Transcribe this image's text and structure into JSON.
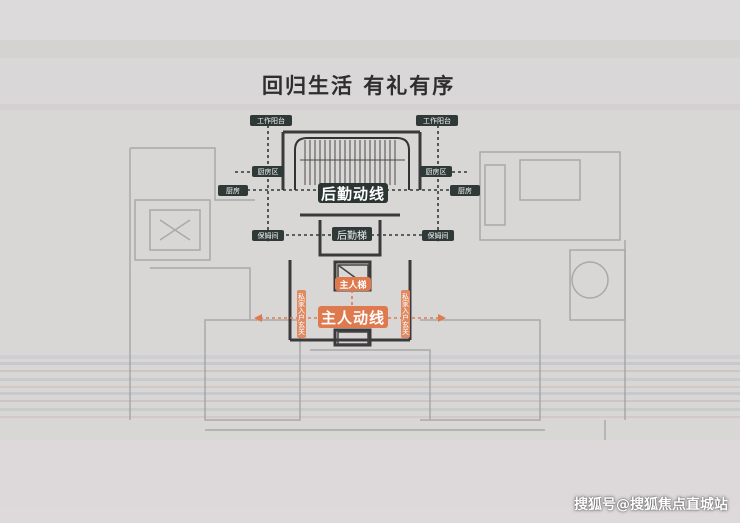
{
  "title": "回归生活  有礼有序",
  "labels": {
    "balcony_left": "工作阳台",
    "balcony_right": "工作阳台",
    "kitchen_left": "厨房区",
    "kitchen_right": "厨房区",
    "kitchen2_left": "厨房",
    "kitchen2_right": "厨房",
    "nanny_left": "保姆间",
    "nanny_right": "保姆间",
    "service_flow": "后勤动线",
    "service_elevator": "后勤梯",
    "owner_elevator": "主人梯",
    "owner_flow": "主人动线",
    "foyer_left": "私家入户玄关",
    "foyer_right": "私家入户玄关"
  },
  "watermark": "搜狐号@搜狐焦点直城站",
  "colors": {
    "background": "#d9d6d6",
    "service_accent": "#2f3a38",
    "owner_accent": "#df7a4f"
  }
}
